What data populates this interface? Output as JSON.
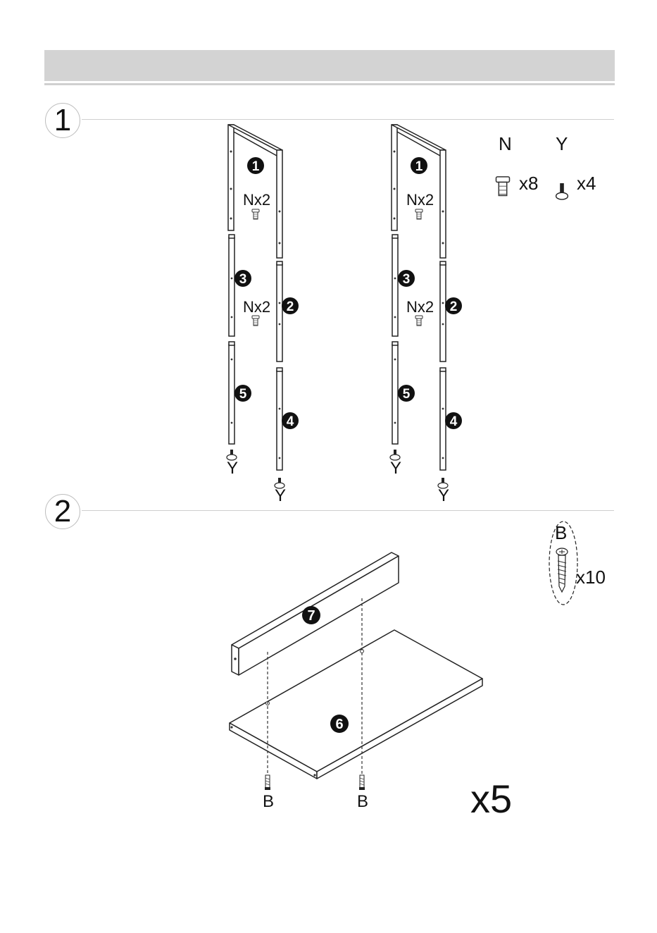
{
  "steps": [
    {
      "number": "1"
    },
    {
      "number": "2"
    }
  ],
  "step1": {
    "hardware": [
      {
        "letter": "N",
        "qty": "x8",
        "icon": "bolt-n-icon"
      },
      {
        "letter": "Y",
        "qty": "x4",
        "icon": "foot-y-icon"
      }
    ],
    "assemblies": [
      {
        "parts": [
          "1",
          "3",
          "2",
          "5",
          "4"
        ],
        "callouts": [
          "Nx2",
          "Nx2"
        ],
        "foot_labels": [
          "Y",
          "Y"
        ]
      },
      {
        "parts": [
          "1",
          "3",
          "2",
          "5",
          "4"
        ],
        "callouts": [
          "Nx2",
          "Nx2"
        ],
        "foot_labels": [
          "Y",
          "Y"
        ]
      }
    ]
  },
  "step2": {
    "hardware": {
      "letter": "B",
      "qty": "x10",
      "icon": "screw-b-icon"
    },
    "parts": [
      "7",
      "6"
    ],
    "screw_labels": [
      "B",
      "B"
    ],
    "multiplier": "x5"
  }
}
